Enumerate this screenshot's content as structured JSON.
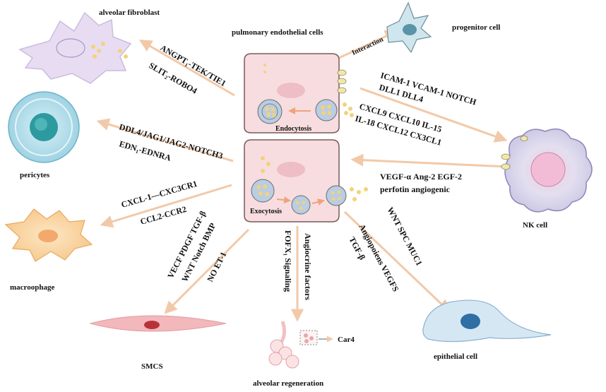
{
  "cells": {
    "fibroblast": "alveolar fibroblast",
    "endothelial": "pulmonary  endothelial cells",
    "progenitor": "progenitor cell",
    "pericytes": "pericytes",
    "nk": "NK cell",
    "macrophage": "macroophage",
    "smcs": "SMCS",
    "alveolar_regen": "alveolar regeneration",
    "epithelial": "epithelial cell"
  },
  "processes": {
    "endocytosis": "Endocytosis",
    "exocytosis": "Exocytosis",
    "interaction": "Interaction",
    "car4": "Car4"
  },
  "signals": {
    "fibroblast_1": "ANGPT₁-TEK/TIE1",
    "fibroblast_2": "SLIT₂-ROBO4",
    "pericyte_1": "DDL4/JAG1/JAG2-NOTCH3",
    "pericyte_2": "EDN₁-EDNRA",
    "macrophage_1": "CXCL-1—CXC3CR1",
    "macrophage_2": "CCL2-CCR2",
    "nk_1": "ICAM-1 VCAM-1 NOTCH",
    "nk_2": "DLL1 DLL4",
    "nk_3": "CXCL9  CXCL10  IL-15",
    "nk_4": "IL-18  CXCL12  CX3CL1",
    "nk_back_1": "VEGF-α  Ang-2  EGF-2",
    "nk_back_2": "perfotin angiogenic",
    "smcs_1": "VECF PDGF TGF-β",
    "smcs_2": "WNT Notch BMP",
    "smcs_3": "NO  ET-1",
    "regen_1": "FOFX₁ Signaling",
    "regen_2": "Angiocrine  factors",
    "epi_1": "WNT SPC MUC1",
    "epi_2": "Angiopoiens  VEGFS",
    "epi_3": "TGF-β"
  },
  "colors": {
    "arrow": "#f2c9a8",
    "endothelial_fill": "#f7dde0",
    "endothelial_stroke": "#7a5a5a",
    "vesicle": "#b9cde3",
    "granule": "#f3d27c"
  }
}
